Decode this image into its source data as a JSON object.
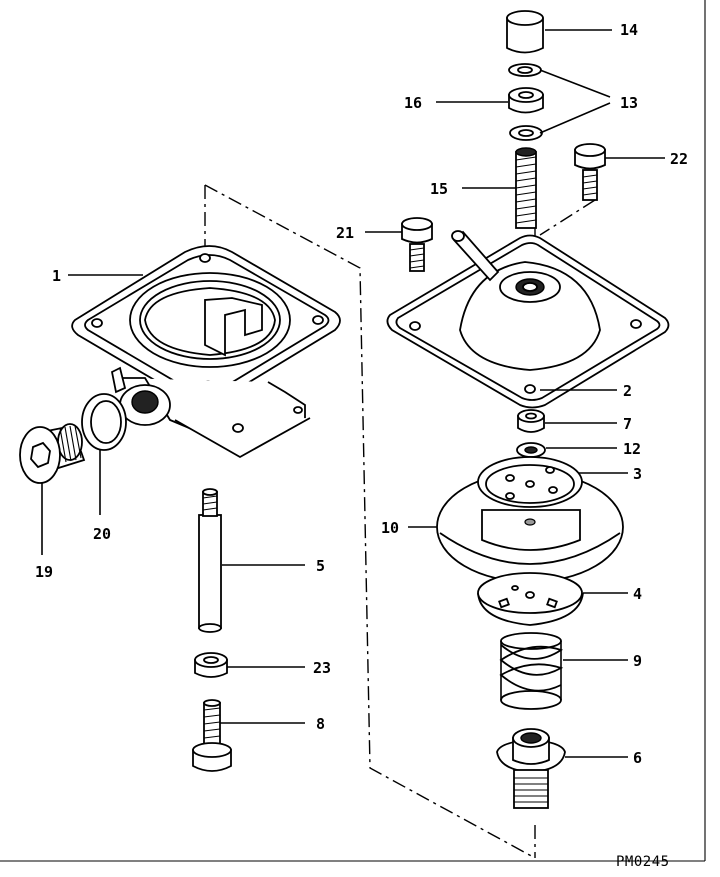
{
  "callouts": {
    "p1": "1",
    "p2": "2",
    "p3": "3",
    "p4": "4",
    "p5": "5",
    "p6": "6",
    "p7": "7",
    "p8": "8",
    "p9": "9",
    "p10": "10",
    "p12": "12",
    "p13": "13",
    "p14": "14",
    "p15": "15",
    "p16": "16",
    "p19": "19",
    "p20": "20",
    "p21": "21",
    "p22": "22",
    "p23": "23"
  },
  "drawing_code": "PM0245"
}
